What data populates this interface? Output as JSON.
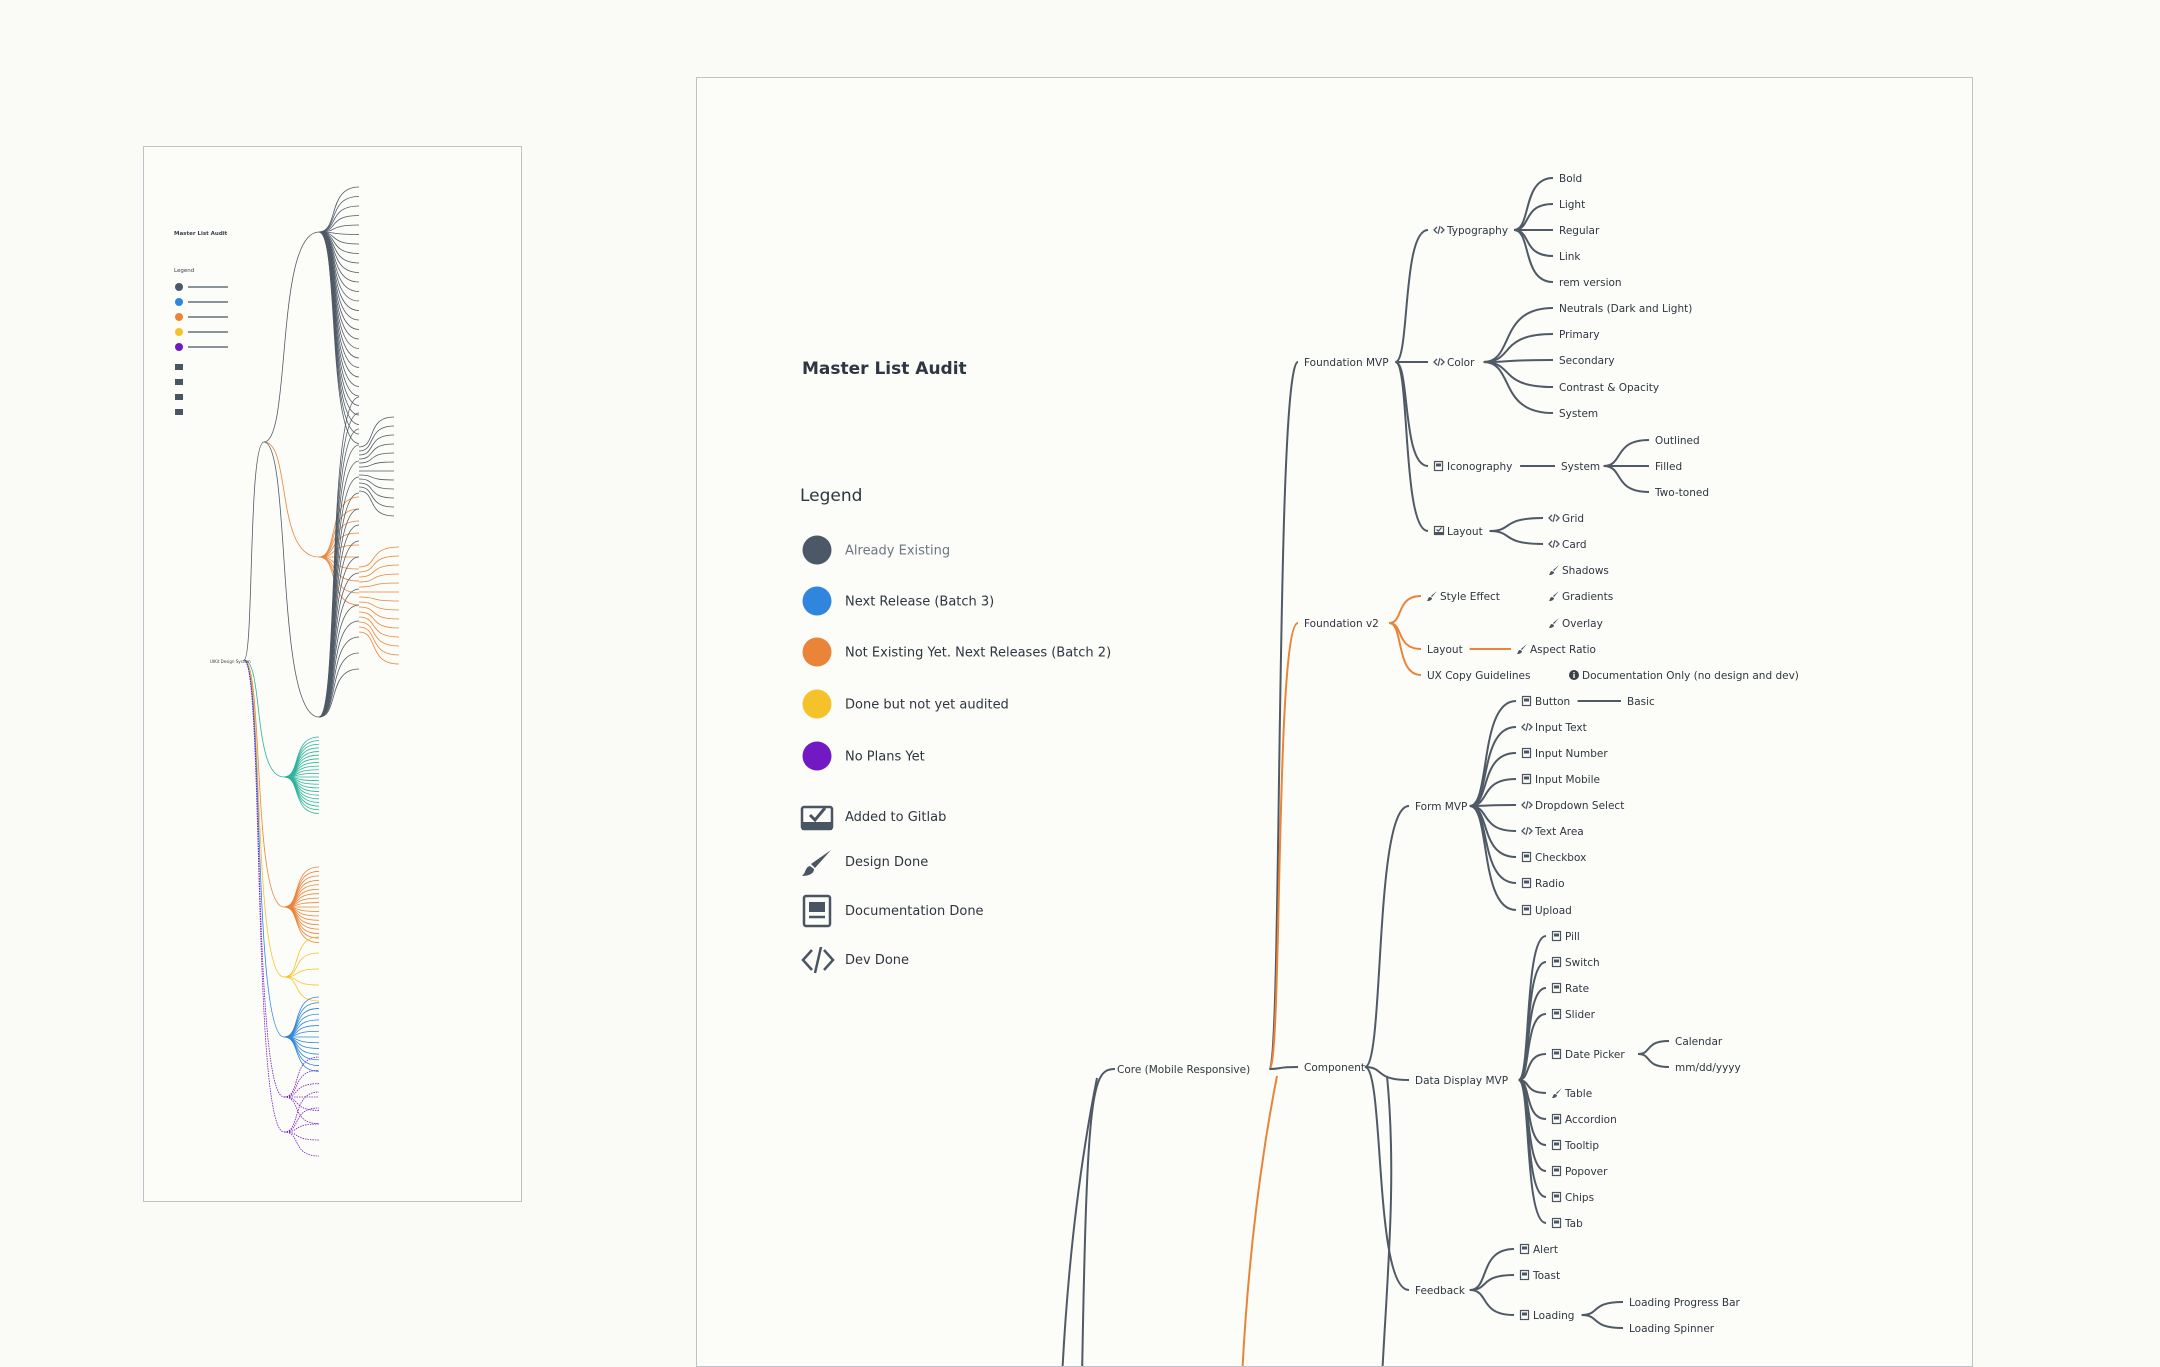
{
  "title": "Master List Audit",
  "legend": {
    "heading": "Legend",
    "status_items": [
      {
        "label": "Already Existing",
        "color": "#4a5868",
        "muted": true
      },
      {
        "label": "Next Release (Batch 3)",
        "color": "#2f86dc"
      },
      {
        "label": "Not Existing Yet. Next Releases (Batch 2)",
        "color": "#ea8439"
      },
      {
        "label": "Done but not yet audited",
        "color": "#f6c22b"
      },
      {
        "label": "No Plans Yet",
        "color": "#7219c4"
      }
    ],
    "icon_items": [
      {
        "label": "Added to Gitlab",
        "icon": "inbox-check-icon"
      },
      {
        "label": "Design Done",
        "icon": "brush-icon"
      },
      {
        "label": "Documentation Done",
        "icon": "document-icon"
      },
      {
        "label": "Dev Done",
        "icon": "code-icon"
      }
    ]
  },
  "colors": {
    "existing": "#4f5a66",
    "batch2": "#ea8439",
    "batch3": "#2f86dc",
    "audited": "#f6c22b",
    "no_plans": "#7219c4",
    "teal": "#2bb39a"
  },
  "mini": {
    "title": "Master List Audit",
    "legend_heading": "Legend",
    "root": "UIKit Design System"
  },
  "tree": [
    {
      "id": "core",
      "label": "Core (Mobile Responsive)",
      "icon": ""
    },
    {
      "id": "found_mvp",
      "label": "Foundation MVP",
      "icon": ""
    },
    {
      "id": "typography",
      "label": "Typography",
      "icon": "code-icon"
    },
    {
      "id": "bold",
      "label": "Bold",
      "icon": ""
    },
    {
      "id": "light",
      "label": "Light",
      "icon": ""
    },
    {
      "id": "regular",
      "label": "Regular",
      "icon": ""
    },
    {
      "id": "link",
      "label": "Link",
      "icon": ""
    },
    {
      "id": "rem",
      "label": "rem version",
      "icon": ""
    },
    {
      "id": "color",
      "label": "Color",
      "icon": "code-icon"
    },
    {
      "id": "neutrals",
      "label": "Neutrals (Dark and Light)",
      "icon": ""
    },
    {
      "id": "primary",
      "label": "Primary",
      "icon": ""
    },
    {
      "id": "secondary",
      "label": "Secondary",
      "icon": ""
    },
    {
      "id": "contrast",
      "label": "Contrast & Opacity",
      "icon": ""
    },
    {
      "id": "system_c",
      "label": "System",
      "icon": ""
    },
    {
      "id": "iconography",
      "label": "Iconography",
      "icon": "document-icon"
    },
    {
      "id": "system_i",
      "label": "System",
      "icon": ""
    },
    {
      "id": "outlined",
      "label": "Outlined",
      "icon": ""
    },
    {
      "id": "filled",
      "label": "Filled",
      "icon": ""
    },
    {
      "id": "twotoned",
      "label": "Two-toned",
      "icon": ""
    },
    {
      "id": "layout",
      "label": "Layout",
      "icon": "inbox-check-icon"
    },
    {
      "id": "grid",
      "label": "Grid",
      "icon": "code-icon"
    },
    {
      "id": "card",
      "label": "Card",
      "icon": "code-icon"
    },
    {
      "id": "found_v2",
      "label": "Foundation v2",
      "icon": ""
    },
    {
      "id": "style_effect",
      "label": "Style Effect",
      "icon": "brush-icon"
    },
    {
      "id": "shadows",
      "label": "Shadows",
      "icon": "brush-icon"
    },
    {
      "id": "gradients",
      "label": "Gradients",
      "icon": "brush-icon"
    },
    {
      "id": "overlay",
      "label": "Overlay",
      "icon": "brush-icon"
    },
    {
      "id": "layout_v2",
      "label": "Layout",
      "icon": ""
    },
    {
      "id": "aspect",
      "label": "Aspect Ratio",
      "icon": "brush-icon"
    },
    {
      "id": "ux_copy",
      "label": "UX Copy Guidelines",
      "icon": ""
    },
    {
      "id": "doc_only",
      "label": "Documentation Only (no design and dev)",
      "icon": "info-icon"
    },
    {
      "id": "component",
      "label": "Component",
      "icon": ""
    },
    {
      "id": "form_mvp",
      "label": "Form MVP",
      "icon": ""
    },
    {
      "id": "button",
      "label": "Button",
      "icon": "document-icon"
    },
    {
      "id": "basic",
      "label": "Basic",
      "icon": ""
    },
    {
      "id": "input_text",
      "label": "Input Text",
      "icon": "code-icon"
    },
    {
      "id": "input_number",
      "label": "Input Number",
      "icon": "document-icon"
    },
    {
      "id": "input_mobile",
      "label": "Input Mobile",
      "icon": "document-icon"
    },
    {
      "id": "dropdown",
      "label": "Dropdown Select",
      "icon": "code-icon"
    },
    {
      "id": "textarea",
      "label": "Text Area",
      "icon": "code-icon"
    },
    {
      "id": "checkbox",
      "label": "Checkbox",
      "icon": "document-icon"
    },
    {
      "id": "radio",
      "label": "Radio",
      "icon": "document-icon"
    },
    {
      "id": "upload",
      "label": "Upload",
      "icon": "document-icon"
    },
    {
      "id": "data_display",
      "label": "Data Display MVP",
      "icon": ""
    },
    {
      "id": "pill",
      "label": "Pill",
      "icon": "document-icon"
    },
    {
      "id": "switch",
      "label": "Switch",
      "icon": "document-icon"
    },
    {
      "id": "rate",
      "label": "Rate",
      "icon": "document-icon"
    },
    {
      "id": "slider",
      "label": "Slider",
      "icon": "document-icon"
    },
    {
      "id": "datepicker",
      "label": "Date Picker",
      "icon": "document-icon"
    },
    {
      "id": "calendar",
      "label": "Calendar",
      "icon": ""
    },
    {
      "id": "mmddyyyy",
      "label": "mm/dd/yyyy",
      "icon": ""
    },
    {
      "id": "table",
      "label": "Table",
      "icon": "brush-icon"
    },
    {
      "id": "accordion",
      "label": "Accordion",
      "icon": "document-icon"
    },
    {
      "id": "tooltip",
      "label": "Tooltip",
      "icon": "document-icon"
    },
    {
      "id": "popover",
      "label": "Popover",
      "icon": "document-icon"
    },
    {
      "id": "chips",
      "label": "Chips",
      "icon": "document-icon"
    },
    {
      "id": "tab",
      "label": "Tab",
      "icon": "document-icon"
    },
    {
      "id": "feedback",
      "label": "Feedback",
      "icon": ""
    },
    {
      "id": "alert",
      "label": "Alert",
      "icon": "document-icon"
    },
    {
      "id": "toast",
      "label": "Toast",
      "icon": "document-icon"
    },
    {
      "id": "loading",
      "label": "Loading",
      "icon": "document-icon"
    },
    {
      "id": "loading_bar",
      "label": "Loading Progress Bar",
      "icon": ""
    },
    {
      "id": "loading_spin",
      "label": "Loading Spinner",
      "icon": ""
    }
  ]
}
